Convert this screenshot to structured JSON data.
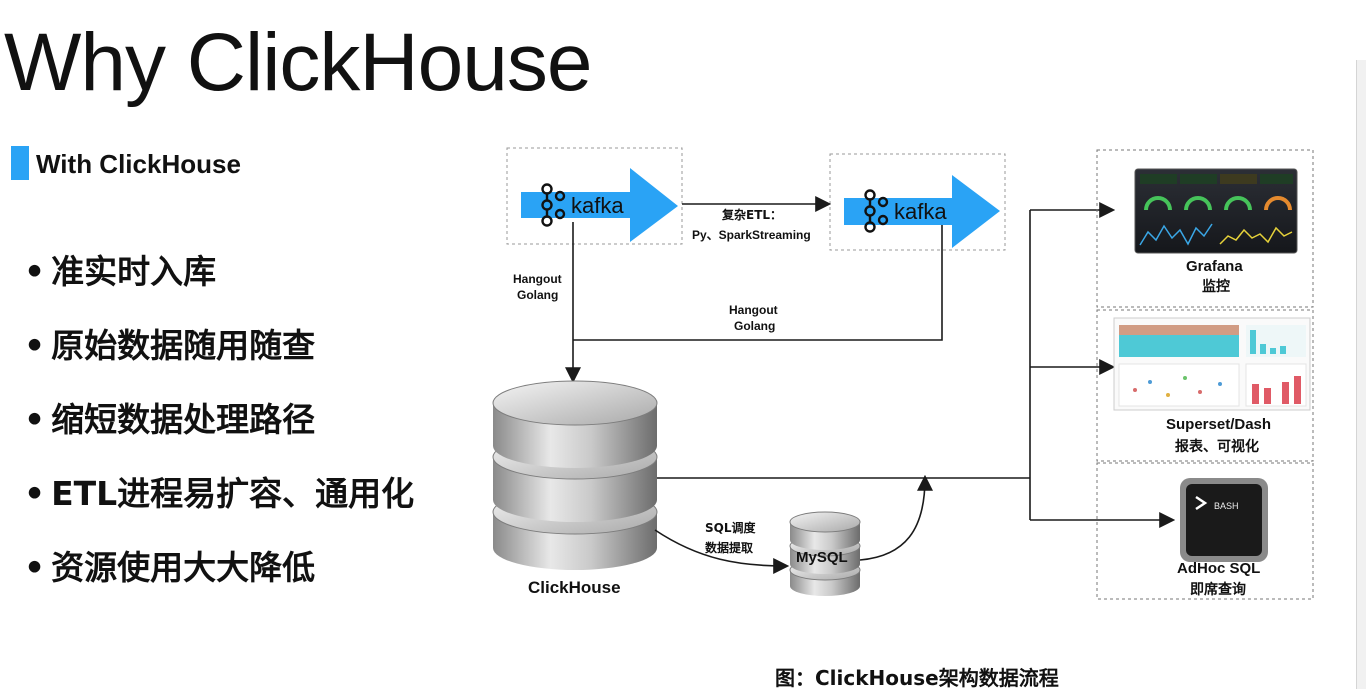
{
  "title": "Why ClickHouse",
  "subtitle": "With ClickHouse",
  "bullets": [
    "准实时入库",
    "原始数据随用随查",
    "缩短数据处理路径",
    "ETL进程易扩容、通用化",
    "资源使用大大降低"
  ],
  "diagram": {
    "kafka_label_1": "kafka",
    "kafka_label_2": "kafka",
    "etl_label_line1": "复杂ETL：",
    "etl_label_line2": "Py、SparkStreaming",
    "hangout_left_line1": "Hangout",
    "hangout_left_line2": "Golang",
    "hangout_mid_line1": "Hangout",
    "hangout_mid_line2": "Golang",
    "clickhouse_label": "ClickHouse",
    "sql_label_line1": "SQL调度",
    "sql_label_line2": "数据提取",
    "mysql_label": "MySQL",
    "grafana_label": "Grafana",
    "grafana_sub": "监控",
    "superset_label": "Superset/Dash",
    "superset_sub": "报表、可视化",
    "bash_label": "BASH",
    "adhoc_label": "AdHoc SQL",
    "adhoc_sub": "即席查询"
  },
  "caption": "图：ClickHouse架构数据流程",
  "colors": {
    "accent": "#2aa3f5",
    "arrow": "#1a1a1a"
  }
}
